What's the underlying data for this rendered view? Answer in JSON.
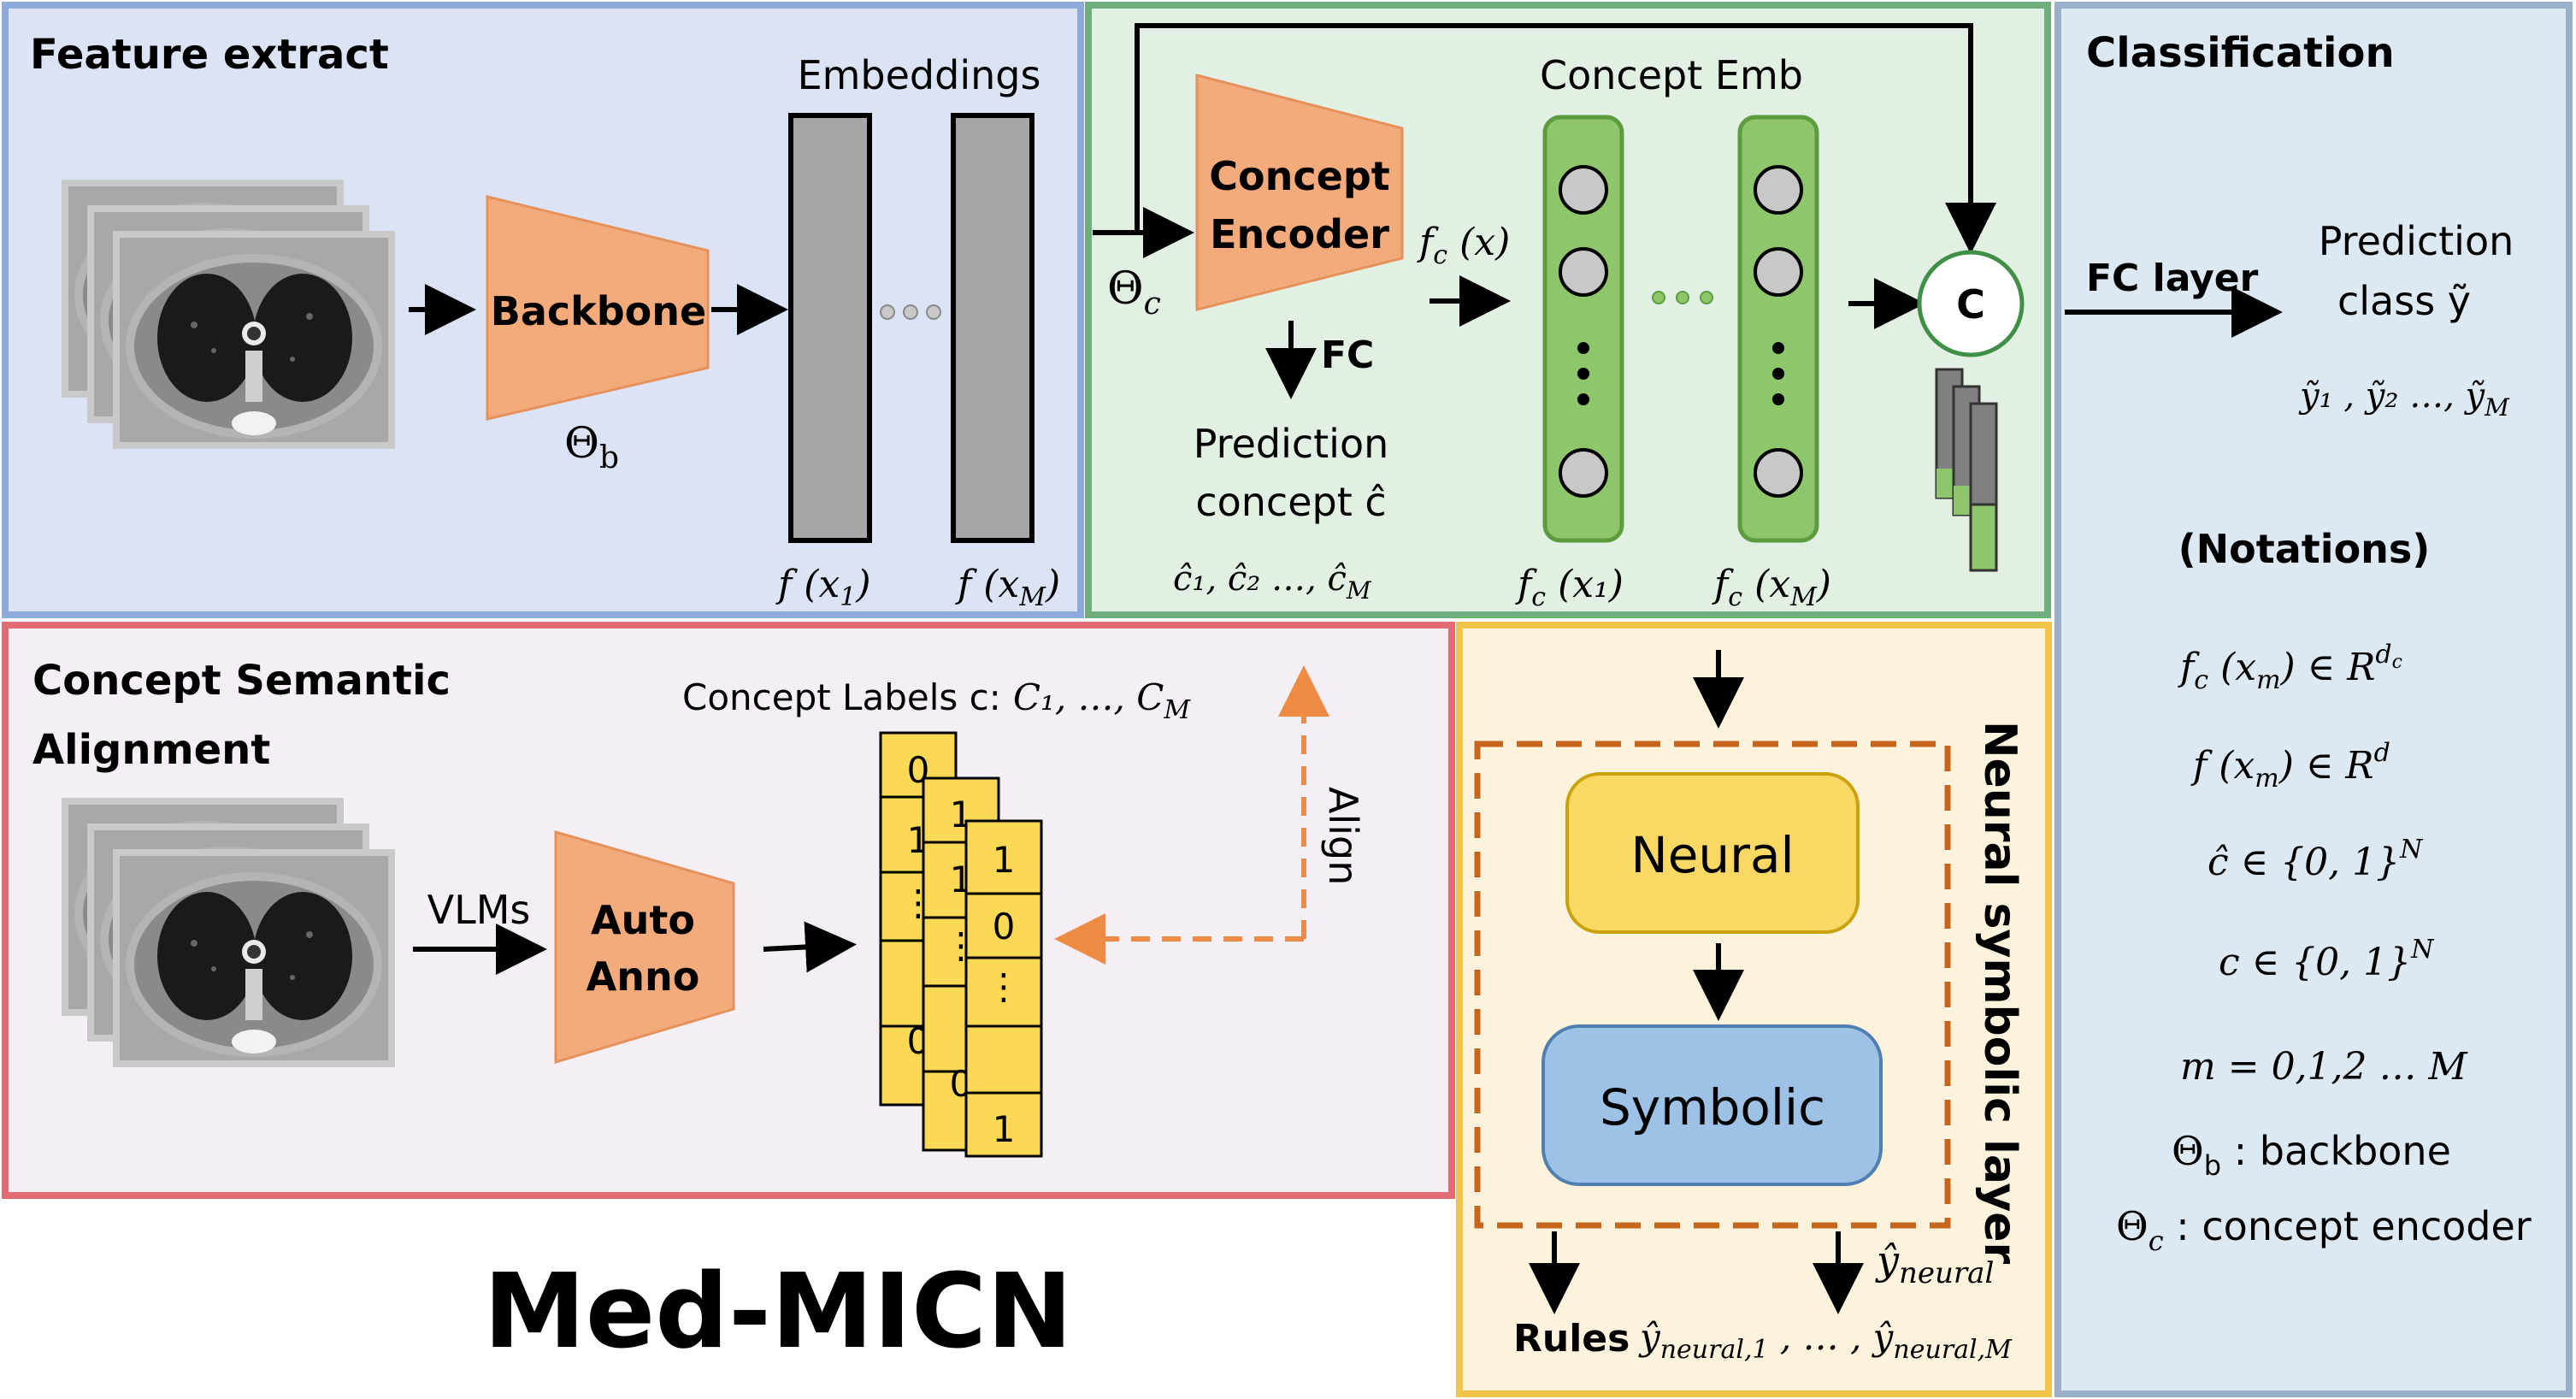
{
  "title": "Med-MICN",
  "feature": {
    "heading": "Feature extract",
    "embeddings_label": "Embeddings",
    "backbone_label": "Backbone",
    "theta_b": "Θ",
    "theta_b_sub": "b",
    "f_x1": "f (x",
    "f_x1_sub": "1",
    "f_xM": "f (x",
    "f_xM_sub": "M",
    "paren": ")"
  },
  "concept": {
    "emb_label": "Concept Emb",
    "encoder_line1": "Concept",
    "encoder_line2": "Encoder",
    "theta_c": "Θ",
    "theta_c_sub": "c",
    "fc_x": "f",
    "fc_x_sub": "c",
    "fc_x_tail": " (x)",
    "fc_arrow_label": "FC",
    "pred_line1": "Prediction",
    "pred_line2": "concept ĉ",
    "pred_values": "ĉ₁, ĉ₂  …,  ĉ",
    "pred_values_sub": "M",
    "fc_x1": "f",
    "fc_x1_sub": "c",
    "fc_x1_tail": " (x₁)",
    "fc_xM": "f",
    "fc_xM_sub": "c",
    "fc_xM_tail": " (x",
    "fc_xM_sub2": "M",
    "concat_label": "C"
  },
  "classification": {
    "heading": "Classification",
    "fc_layer": "FC layer",
    "pred_line1": "Prediction",
    "pred_line2": "class ỹ",
    "pred_values": "ỹ₁ , ỹ₂   …, ỹ",
    "pred_values_sub": "M",
    "notations_heading": "(Notations)",
    "notations": [
      {
        "main": "f",
        "sub": "c",
        "rest": " (x",
        "sub2": "m",
        "tail": ") ∈ R",
        "sup": "d",
        "sup_sub": "c"
      },
      {
        "main": "f (x",
        "sub": "m",
        "rest": ") ∈ R",
        "sup": "d"
      },
      {
        "main": "ĉ ∈ {0, 1}",
        "sup": "N"
      },
      {
        "main": "c ∈ {0, 1}",
        "sup": "N"
      },
      {
        "main": "m = 0,1,2 … M"
      },
      {
        "main": "Θ",
        "sub": "b",
        "rest": " : backbone"
      },
      {
        "main": "Θ",
        "sub": "c",
        "rest": " : concept encoder"
      }
    ]
  },
  "alignment": {
    "heading_line1": "Concept Semantic",
    "heading_line2": "Alignment",
    "labels_caption": "Concept Labels c:",
    "labels_math": "C₁, …, C",
    "labels_math_sub": "M",
    "vlms": "VLMs",
    "auto_line1": "Auto",
    "auto_line2": "Anno",
    "align": "Align",
    "card1": [
      "0",
      "1",
      "⋮",
      "",
      "0"
    ],
    "card2": [
      "1",
      "1",
      "⋮",
      "",
      "0"
    ],
    "card3": [
      "1",
      "0",
      "⋮",
      "",
      "1"
    ]
  },
  "neural_symbolic": {
    "vertical_label": "Neural symbolic layer",
    "neural": "Neural",
    "symbolic": "Symbolic",
    "rules": "Rules",
    "y_neural": "ŷ",
    "y_neural_sub": "neural",
    "y_list": "ŷ",
    "y_list_sub1": "neural,1",
    "y_list_mid": " , … , ŷ",
    "y_list_sub2": "neural,M"
  },
  "colors": {
    "feature_bg": "#dce3f4",
    "feature_border": "#8eaadb",
    "concept_bg": "#e2f0e4",
    "concept_border": "#70ad7c",
    "class_bg": "#dde9f2",
    "class_border": "#9ab0c8",
    "align_bg": "#f4eff4",
    "align_border": "#e06b73",
    "ns_bg": "#fdf3dd",
    "ns_border": "#f0c34a",
    "orange": "#f4ab7c",
    "green_node": "#8dc66b",
    "yellow_card": "#fbd954",
    "neural_box": "#fad864",
    "symbolic_box": "#9ec2e6",
    "dashed_orange": "#c5651e",
    "align_arrow": "#ed8a44"
  },
  "icons": [
    "ct-scan-image",
    "arrow-icon",
    "concatenate-circle-icon",
    "dashed-region"
  ]
}
